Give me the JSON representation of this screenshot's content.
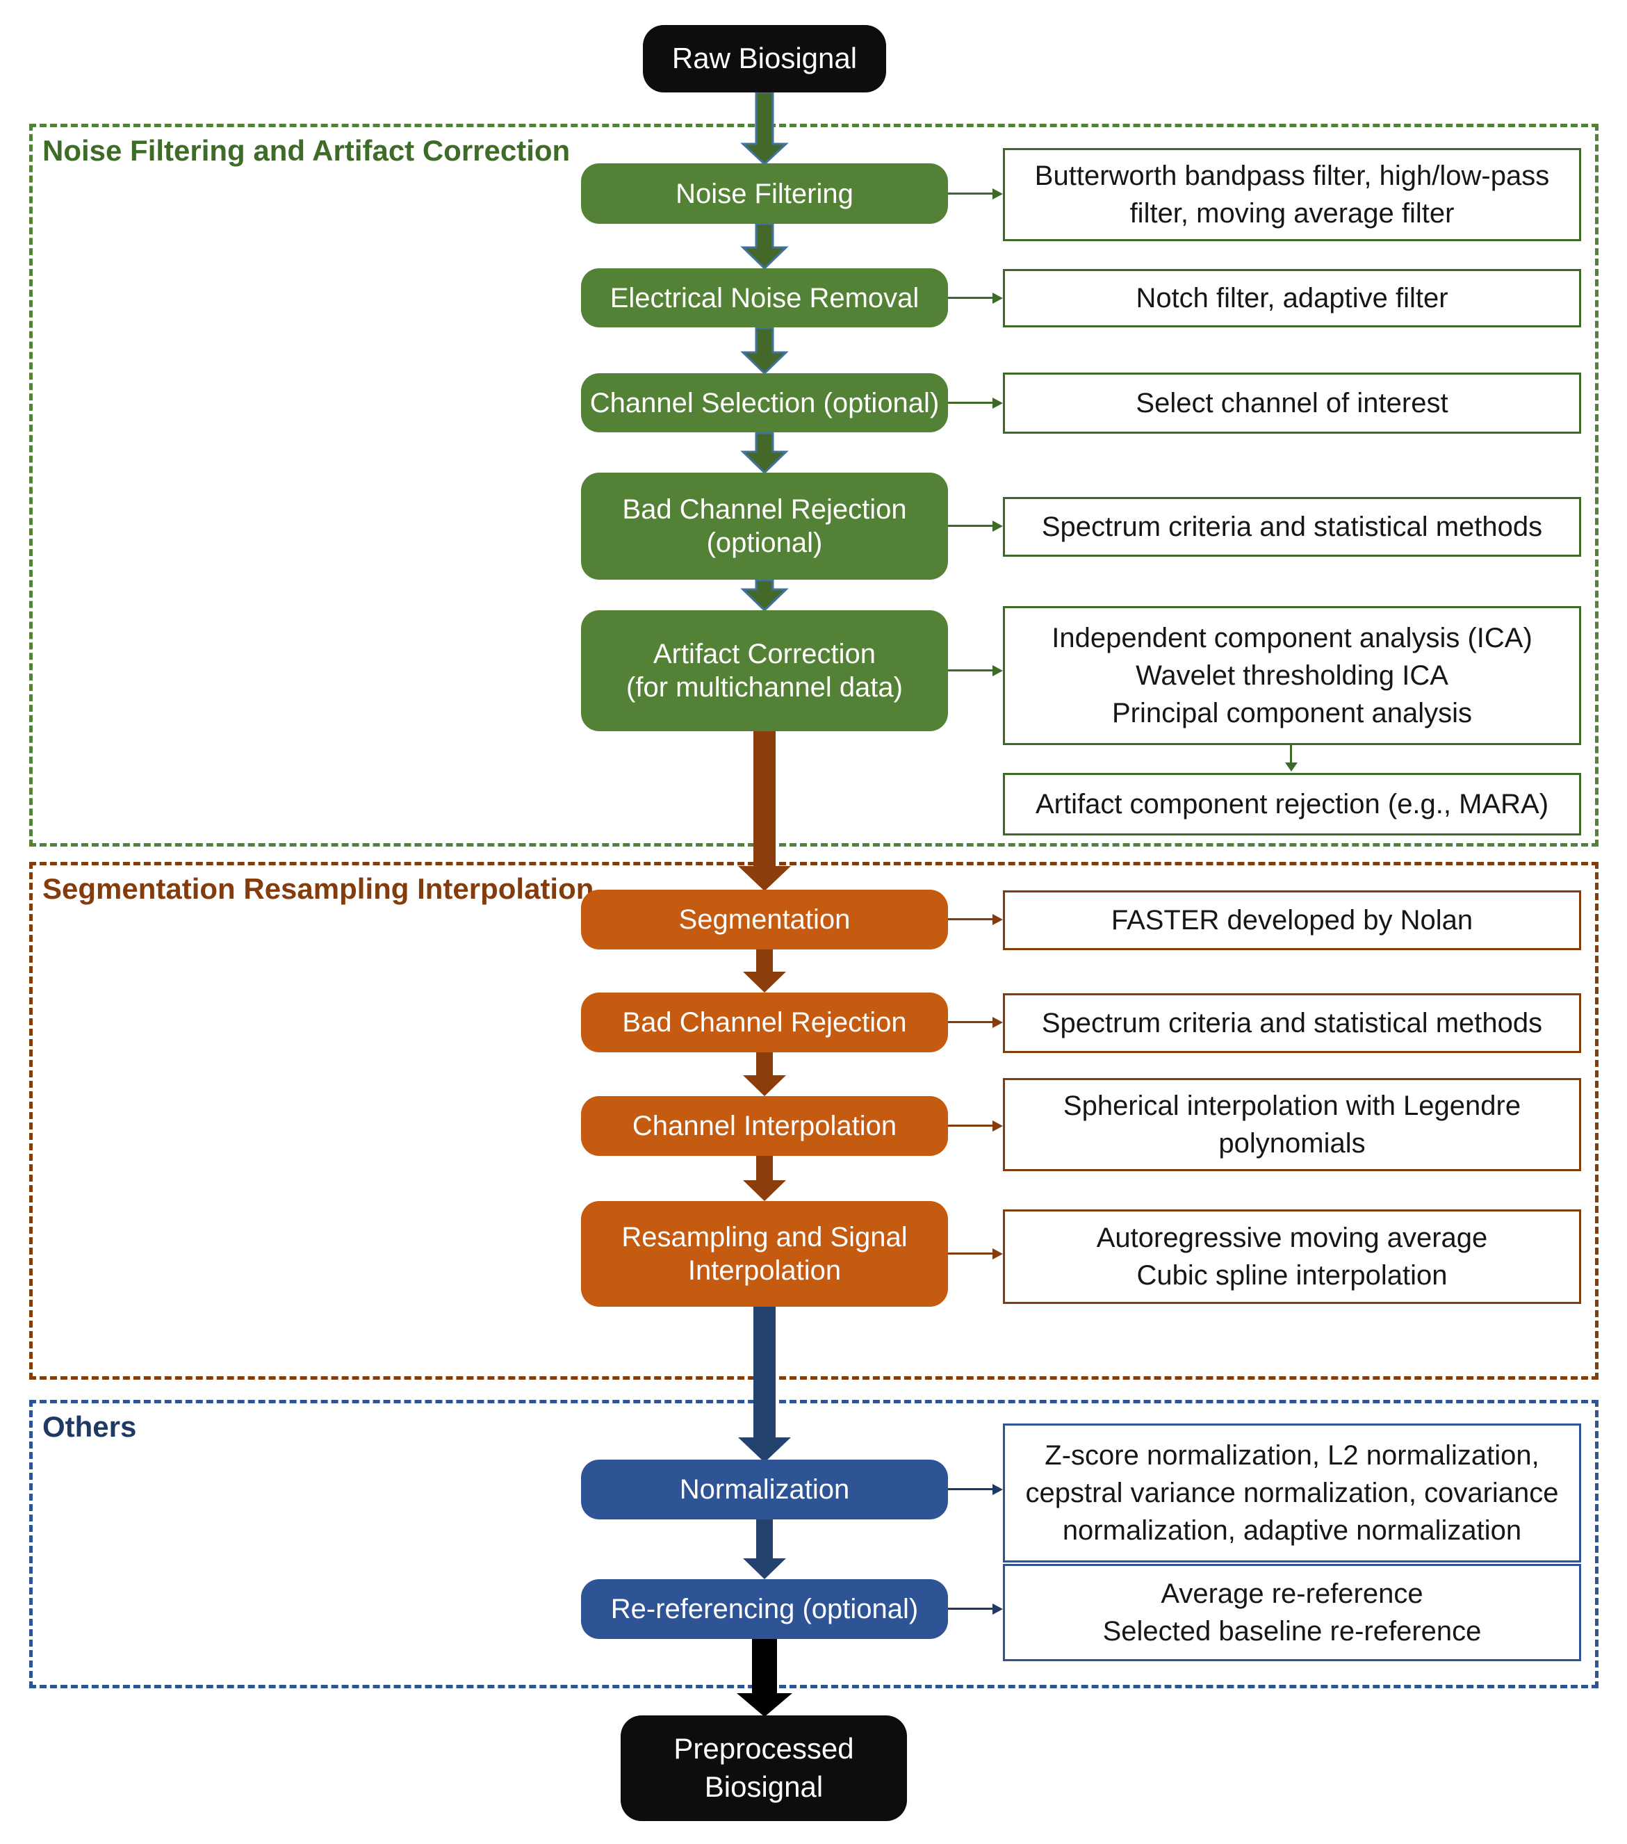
{
  "palette": {
    "green": "#538135",
    "green-dark": "#3E6A27",
    "green-title": "#3F6B28",
    "green-arrow": "#44682A",
    "steel": "#41719C",
    "orange": "#C55A11",
    "brown": "#843C0C",
    "brown-arrow": "#8C3D0C",
    "blue": "#2F5496",
    "navy": "#1F3864",
    "navy-arrow": "#24426E",
    "ink": "#0D0D0D"
  },
  "start_node": {
    "label": "Raw Biosignal"
  },
  "end_node": {
    "label": "Preprocessed\nBiosignal"
  },
  "sections": [
    {
      "label": "Noise Filtering and Artifact Correction",
      "steps": [
        {
          "label": "Noise Filtering",
          "desc": "Butterworth bandpass filter, high/low-pass filter, moving average filter"
        },
        {
          "label": "Electrical Noise Removal",
          "desc": "Notch filter, adaptive filter"
        },
        {
          "label": "Channel Selection (optional)",
          "desc": "Select channel of interest"
        },
        {
          "label": "Bad Channel Rejection (optional)",
          "desc": "Spectrum criteria and statistical methods"
        },
        {
          "label": "Artifact Correction\n(for multichannel data)",
          "desc": "Independent component analysis (ICA)\nWavelet thresholding ICA\nPrincipal component analysis"
        }
      ],
      "extra_desc": "Artifact component rejection (e.g., MARA)"
    },
    {
      "label": "Segmentation Resampling Interpolation",
      "steps": [
        {
          "label": "Segmentation",
          "desc": "FASTER developed by Nolan"
        },
        {
          "label": "Bad Channel Rejection",
          "desc": "Spectrum criteria and statistical methods"
        },
        {
          "label": "Channel Interpolation",
          "desc": "Spherical interpolation with Legendre polynomials"
        },
        {
          "label": "Resampling and Signal Interpolation",
          "desc": "Autoregressive moving average\nCubic spline interpolation"
        }
      ]
    },
    {
      "label": "Others",
      "steps": [
        {
          "label": "Normalization",
          "desc": "Z-score normalization, L2 normalization, cepstral variance normalization, covariance normalization, adaptive normalization"
        },
        {
          "label": "Re-referencing (optional)",
          "desc": "Average re-reference\nSelected baseline re-reference"
        }
      ]
    }
  ]
}
